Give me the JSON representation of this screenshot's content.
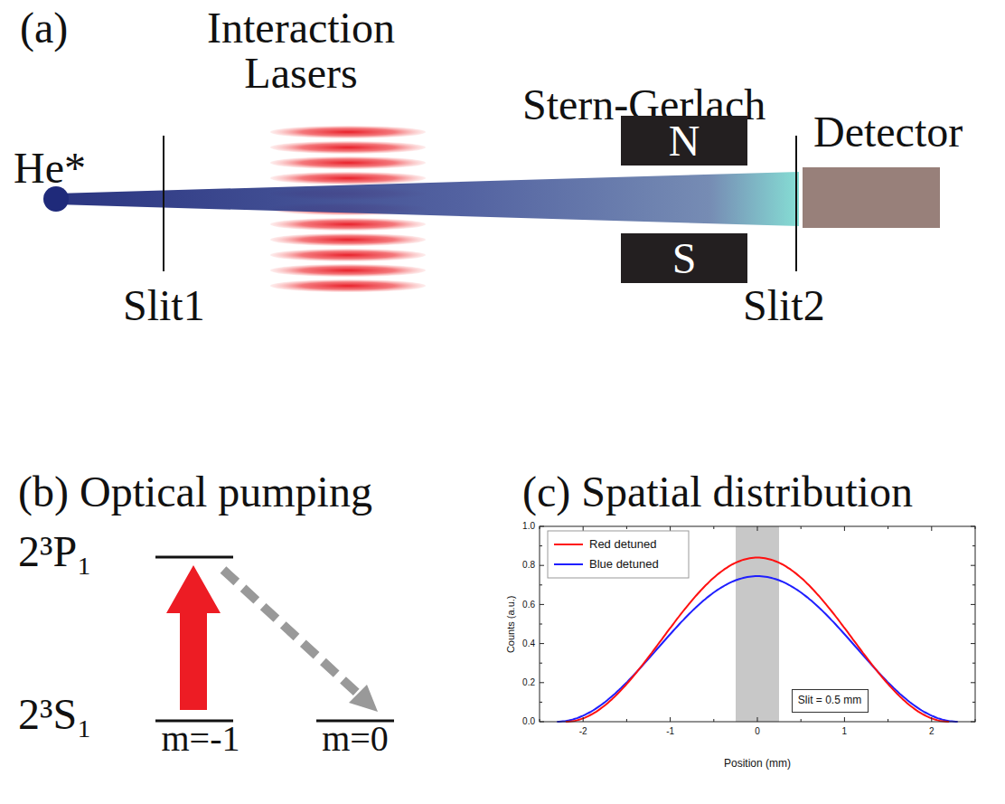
{
  "diagram": {
    "nodes": [
      {
        "text": [
          "He*"
        ]
      },
      {
        "text": [
          "N"
        ]
      },
      {
        "text": [
          "S"
        ]
      },
      {
        "text": [
          "Detector"
        ]
      },
      {
        "text": [
          "Slit = 0.5 mm"
        ]
      }
    ],
    "labels": [
      "(a)",
      "Interaction Lasers",
      "Stern-Gerlach",
      "Slit1",
      "Slit2",
      "(b) Optical pumping",
      "2³P₁",
      "2³S₁",
      "m=-1",
      "m=0",
      "(c) Spatial distribution",
      "Counts (a.u.)",
      "Position (mm)",
      "0.0",
      "0.2",
      "0.4",
      "0.6",
      "0.8",
      "1.0",
      "-2",
      "-1",
      "0",
      "1",
      "2"
    ],
    "legend": [
      {
        "text": "Red detuned"
      },
      {
        "text": "Blue detuned"
      }
    ]
  }
}
